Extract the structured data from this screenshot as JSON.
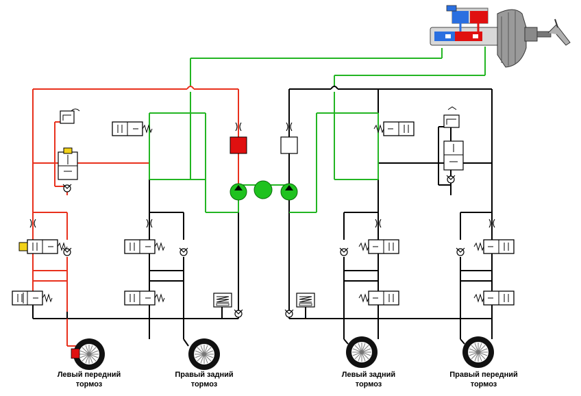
{
  "labels": {
    "front_left": {
      "line1": "Левый передний",
      "line2": "тормоз"
    },
    "rear_right": {
      "line1": "Правый задний",
      "line2": "тормоз"
    },
    "rear_left": {
      "line1": "Левый задний",
      "line2": "тормоз"
    },
    "front_right": {
      "line1": "Правый передний",
      "line2": "тормоз"
    }
  },
  "colors": {
    "line_black": "#000000",
    "line_red": "#e8301c",
    "line_green": "#22b522",
    "pump_green": "#1fc21f",
    "accumulator_red": "#e01010",
    "master_cylinder_blue": "#2a6fe0",
    "booster_gray": "#7a7a7a",
    "solenoid_yellow": "#f2d21a"
  },
  "icons": {
    "wheel": "brake-wheel-icon",
    "valve": "solenoid-valve-icon",
    "check_valve": "check-valve-icon",
    "pump": "pump-motor-icon",
    "accumulator": "low-pressure-accumulator-icon",
    "master_cylinder": "master-cylinder-booster-icon"
  }
}
